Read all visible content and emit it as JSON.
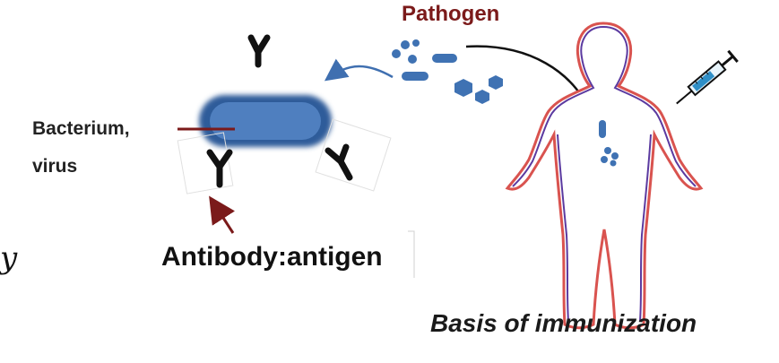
{
  "labels": {
    "pathogen": "Pathogen",
    "bacterium_line1": "Bacterium,",
    "bacterium_line2": "virus",
    "antibody_antigen": "Antibody:antigen",
    "basis": "Basis of immunization",
    "scribble": "y"
  },
  "colors": {
    "pathogen_text": "#7b1a1a",
    "bacterium_fill": "#4f7fbf",
    "bacterium_edge": "#2f5b9a",
    "particle": "#3f72b3",
    "body_outline_outer": "#d9534f",
    "body_outline_inner": "#5b3aa0",
    "arrow_red": "#7b1a1a",
    "arrow_blue": "#3f6fb0"
  },
  "icons": [
    "antibody-y-icon",
    "syringe-icon",
    "human-body-icon",
    "bacterium-icon"
  ]
}
